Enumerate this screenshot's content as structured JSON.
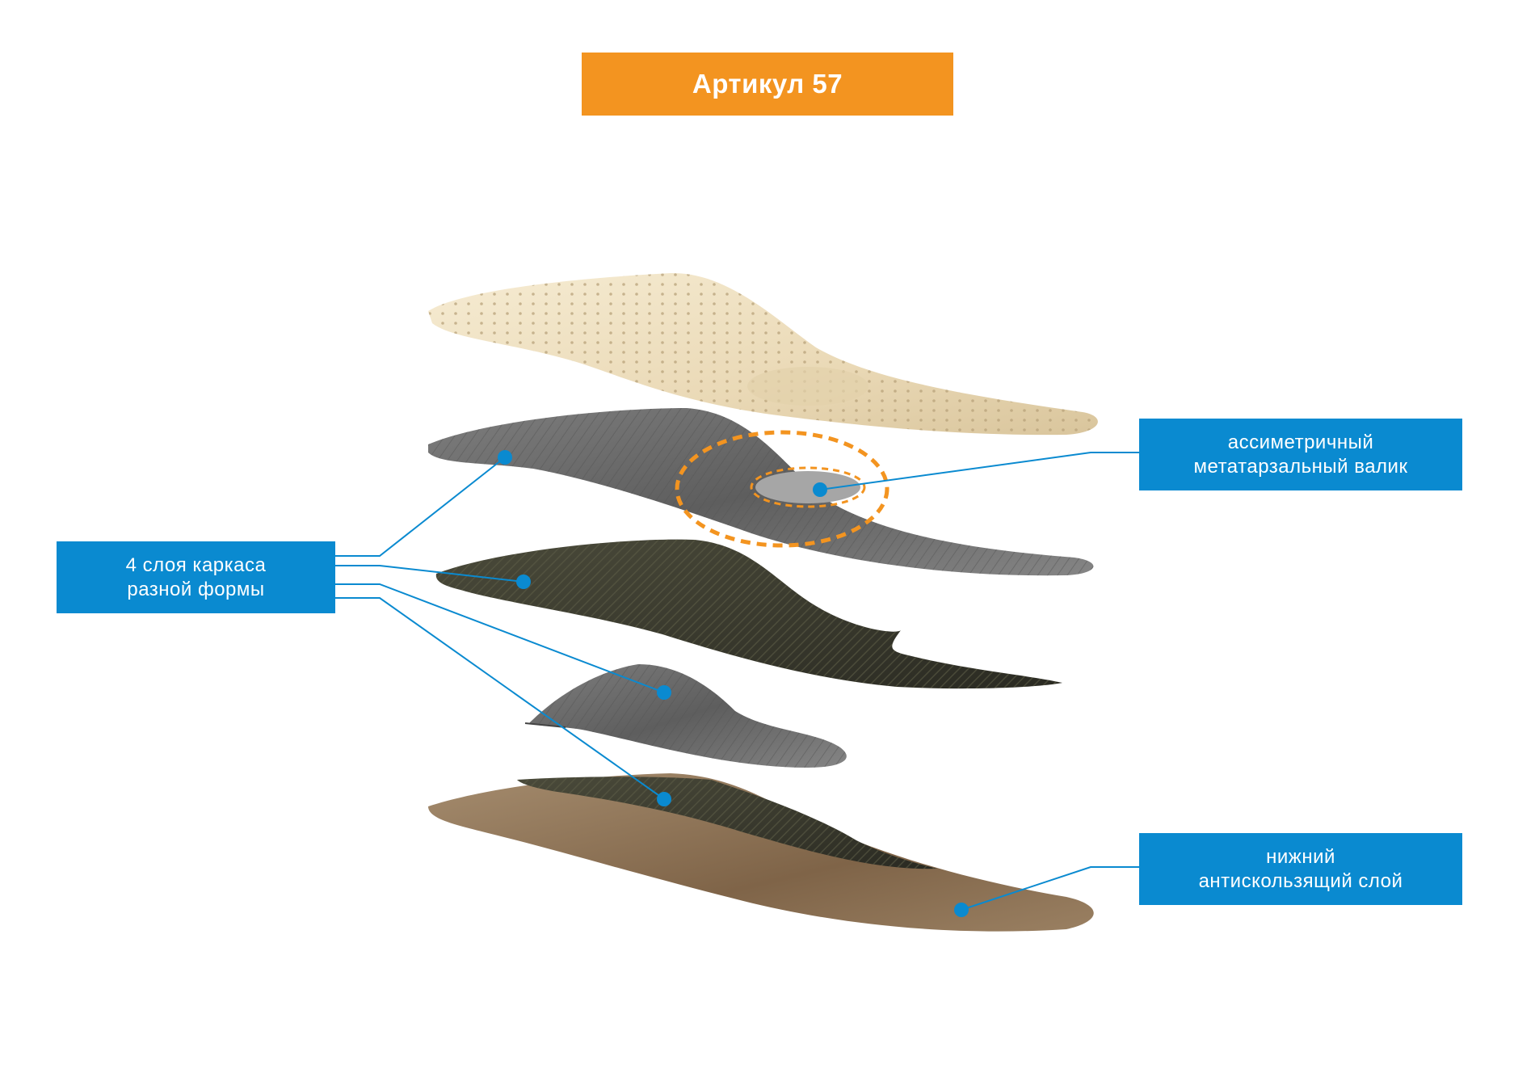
{
  "title": "Артикул 57",
  "labels": {
    "frame": {
      "line1": "4 слоя каркаса",
      "line2": "разной формы"
    },
    "metatarsal": {
      "line1": "ассиметричный",
      "line2": "метатарзальный валик"
    },
    "bottom": {
      "line1": "нижний",
      "line2": "антискользящий слой"
    }
  },
  "colors": {
    "title_bg": "#f39420",
    "label_bg": "#0a8ad0",
    "leader_line": "#0a8ad0",
    "highlight_dash": "#f39420",
    "top_layer": "#efe3c6",
    "gray_layer": "#6b6b6b",
    "carbon_layer": "#3a3a2e",
    "bottom_layer": "#8a7054"
  }
}
